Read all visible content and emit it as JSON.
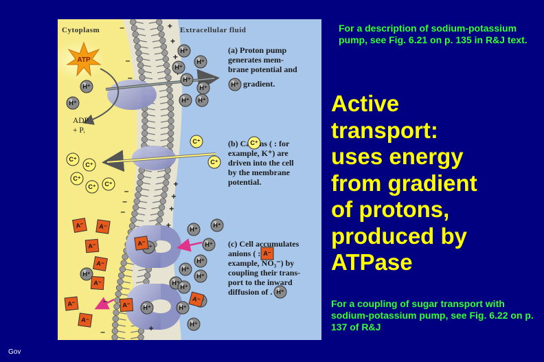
{
  "note_top": "For a description of sodium-potassium pump, see Fig. 6.21 on p. 135 in R&J text.",
  "headline_lines": [
    "Active",
    "transport:",
    "uses energy",
    "from gradient",
    "of protons,",
    "produced by",
    "ATPase"
  ],
  "note_bottom": "For a coupling of sugar transport with sodium-potassium pump, see Fig. 6.22 on p. 137 of R&J",
  "footer": "Gov",
  "figure": {
    "cytoplasm_label": "Cytoplasm",
    "extracellular_label": "Extracellular fluid",
    "atp_label": "ATP",
    "adp_label": "ADP",
    "pi_label": "+ Pᵢ",
    "caption_a": [
      "(a) Proton pump",
      "generates mem-",
      "brane potential and",
      "gradient."
    ],
    "caption_b": [
      "(b) Cations (      : for",
      "example, K⁺) are",
      "driven into the cell",
      "by the membrane",
      "potential."
    ],
    "caption_c": [
      "(c) Cell accumulates",
      "anions (      : for",
      "example, NO₃⁻) by",
      "coupling their trans-",
      "port to the  inward",
      "diffusion of       ."
    ],
    "ion_proton": "H⁺",
    "ion_cation": "C⁺",
    "ion_anion": "A⁻",
    "sign_plus": "+",
    "sign_minus": "–"
  },
  "colors": {
    "background": "#000080",
    "headline": "#ffff00",
    "notes": "#33ff33",
    "cytoplasm": "#f6eb88",
    "extracellular": "#a9c7ea",
    "anion": "#e65a1e",
    "cation": "#fff37a",
    "proton": "#8a8a8a"
  }
}
